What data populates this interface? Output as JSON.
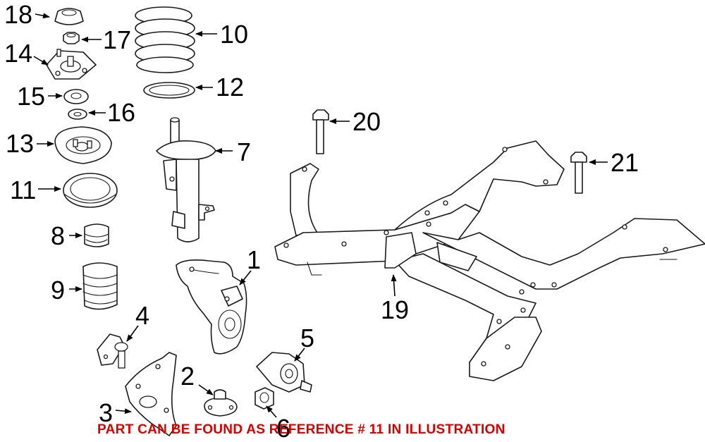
{
  "diagram": {
    "callouts": {
      "c1": "1",
      "c2": "2",
      "c3": "3",
      "c4": "4",
      "c5": "5",
      "c6": "6",
      "c7": "7",
      "c8": "8",
      "c9": "9",
      "c10": "10",
      "c11": "11",
      "c12": "12",
      "c13": "13",
      "c14": "14",
      "c15": "15",
      "c16": "16",
      "c17": "17",
      "c18": "18",
      "c19": "19",
      "c20": "20",
      "c21": "21"
    },
    "note": "PART CAN BE FOUND AS REFERENCE # 11 IN ILLUSTRATION",
    "colors": {
      "line": "#1a1a1a",
      "note": "#d40000",
      "background": "#ffffff"
    }
  }
}
